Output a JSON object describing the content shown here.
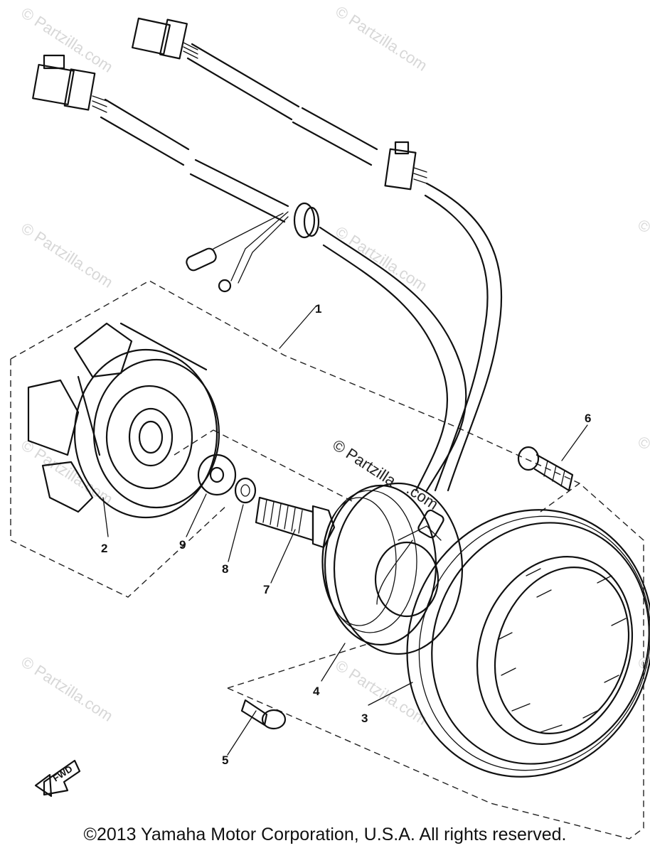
{
  "watermark": {
    "text": "© Partzilla.com",
    "center_text_line1": "© Partzilla",
    "center_text_line2": ".com"
  },
  "callouts": [
    "1",
    "2",
    "3",
    "4",
    "5",
    "6",
    "7",
    "8",
    "9"
  ],
  "fwd_label": "FWD",
  "copyright": "©2013 Yamaha Motor Corporation, U.S.A. All rights reserved."
}
